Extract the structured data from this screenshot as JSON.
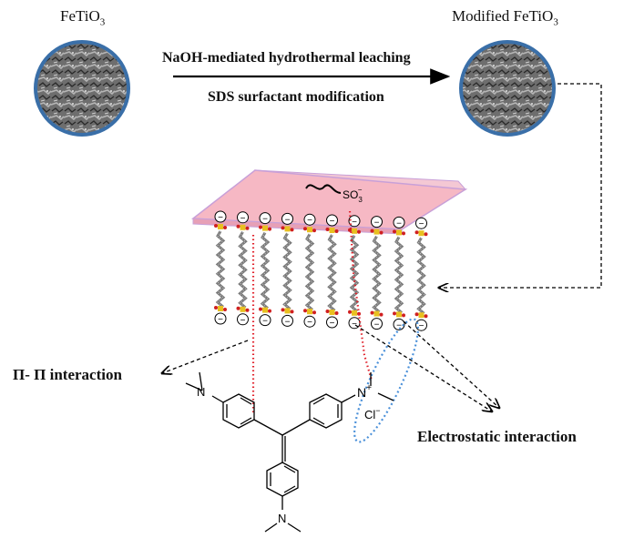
{
  "labels": {
    "raw_title": "FeTiO",
    "raw_sub": "3",
    "mod_title": "Modified FeTiO",
    "mod_sub": "3",
    "process_1": "NaOH-mediated hydrothermal leaching",
    "process_2": "SDS surfactant modification",
    "pi_interaction": "Π- Π interaction",
    "electrostatic": "Electrostatic interaction",
    "so3": "SO",
    "so3_sub": "3",
    "so3_sup": "−",
    "n_plus": "N",
    "plus": "+",
    "cl": "Cl",
    "minus": "−",
    "charge": "−"
  },
  "colors": {
    "plate": "#f6b8c4",
    "plate_edge": "#c8a0d8",
    "circle_ring": "#3a6fa8",
    "pi_line": "#e0202a",
    "ellipse": "#4a90d9",
    "head_yellow": "#e8c020",
    "head_red": "#d02020"
  }
}
